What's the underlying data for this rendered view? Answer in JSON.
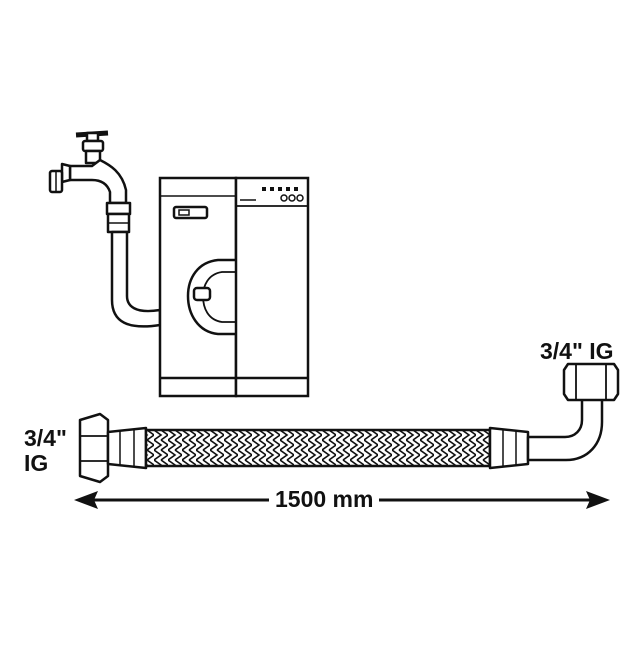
{
  "labels": {
    "right_fitting": "3/4\" IG",
    "left_fitting_line1": "3/4\"",
    "left_fitting_line2": "IG",
    "length": "1500 mm"
  },
  "icons": [
    "faucet-icon",
    "washing-machine-icon",
    "dishwasher-icon",
    "braided-hose-icon",
    "dimension-arrow-icon"
  ],
  "colors": {
    "line": "#111111",
    "background": "#ffffff"
  }
}
